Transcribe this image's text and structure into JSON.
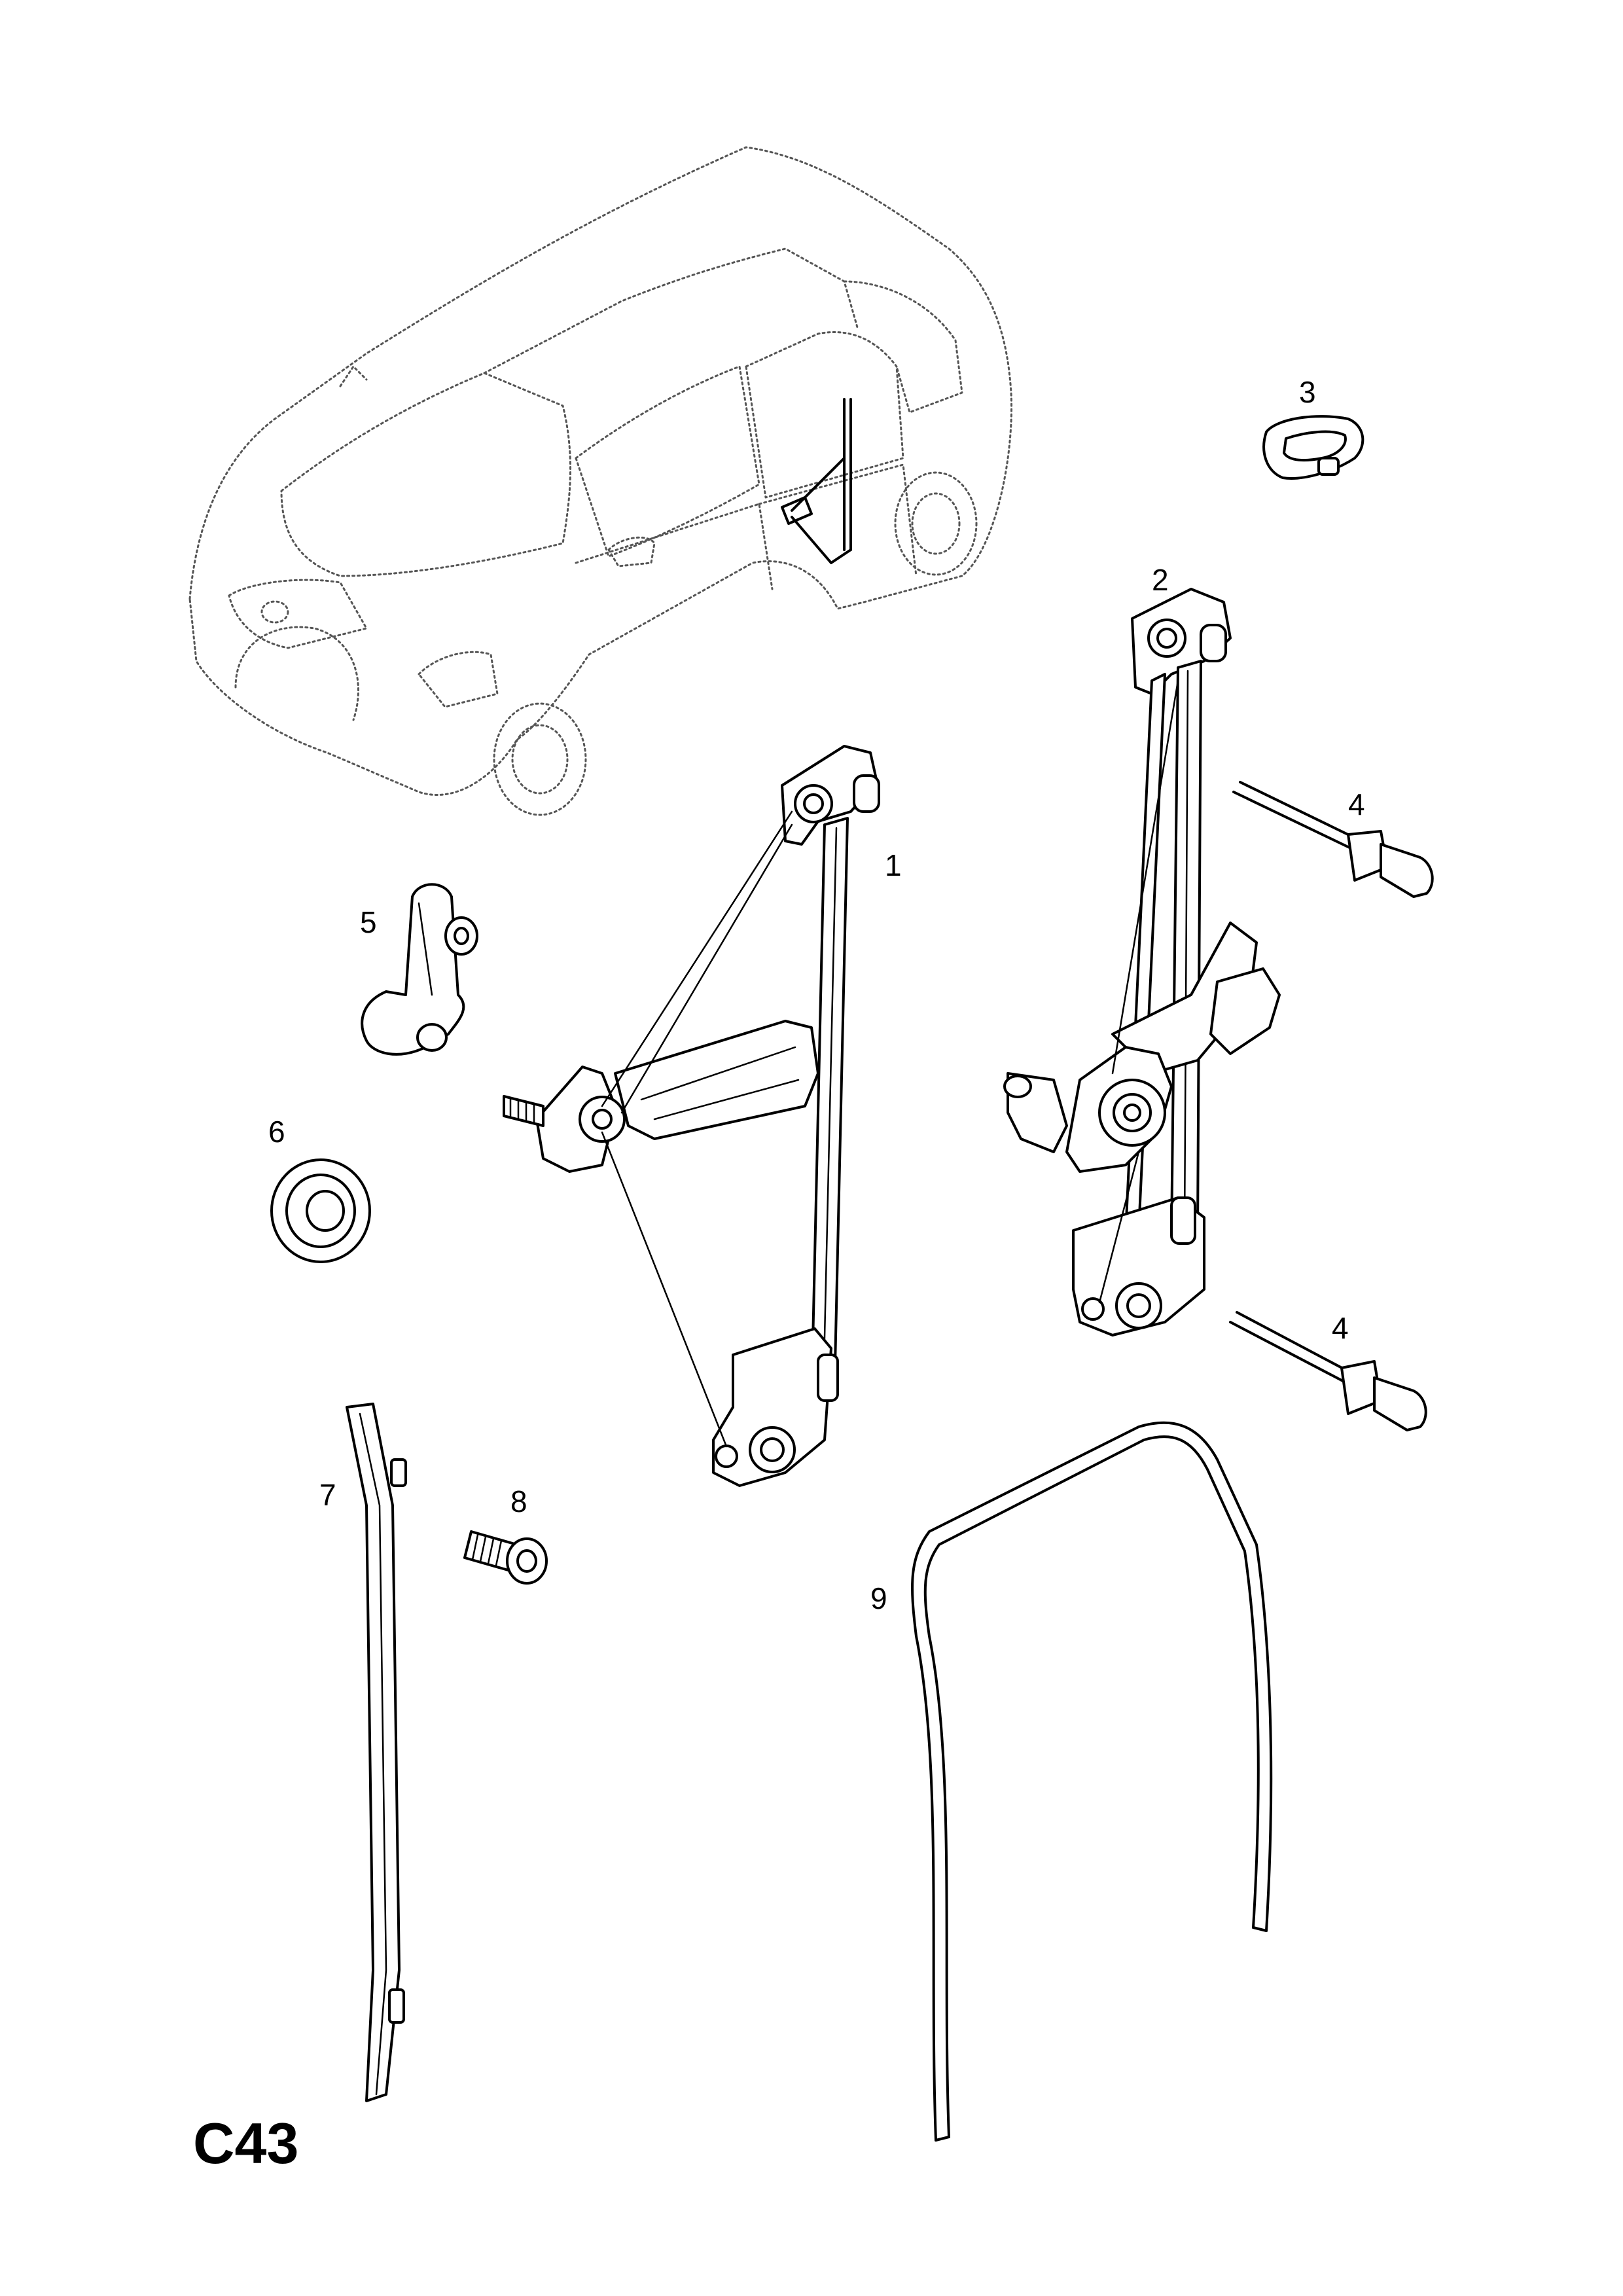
{
  "diagram": {
    "code": "C43",
    "callouts": [
      {
        "id": "1",
        "label": "1"
      },
      {
        "id": "2",
        "label": "2"
      },
      {
        "id": "3",
        "label": "3"
      },
      {
        "id": "4a",
        "label": "4"
      },
      {
        "id": "4b",
        "label": "4"
      },
      {
        "id": "5",
        "label": "5"
      },
      {
        "id": "6",
        "label": "6"
      },
      {
        "id": "7",
        "label": "7"
      },
      {
        "id": "8",
        "label": "8"
      },
      {
        "id": "9",
        "label": "9"
      }
    ]
  }
}
